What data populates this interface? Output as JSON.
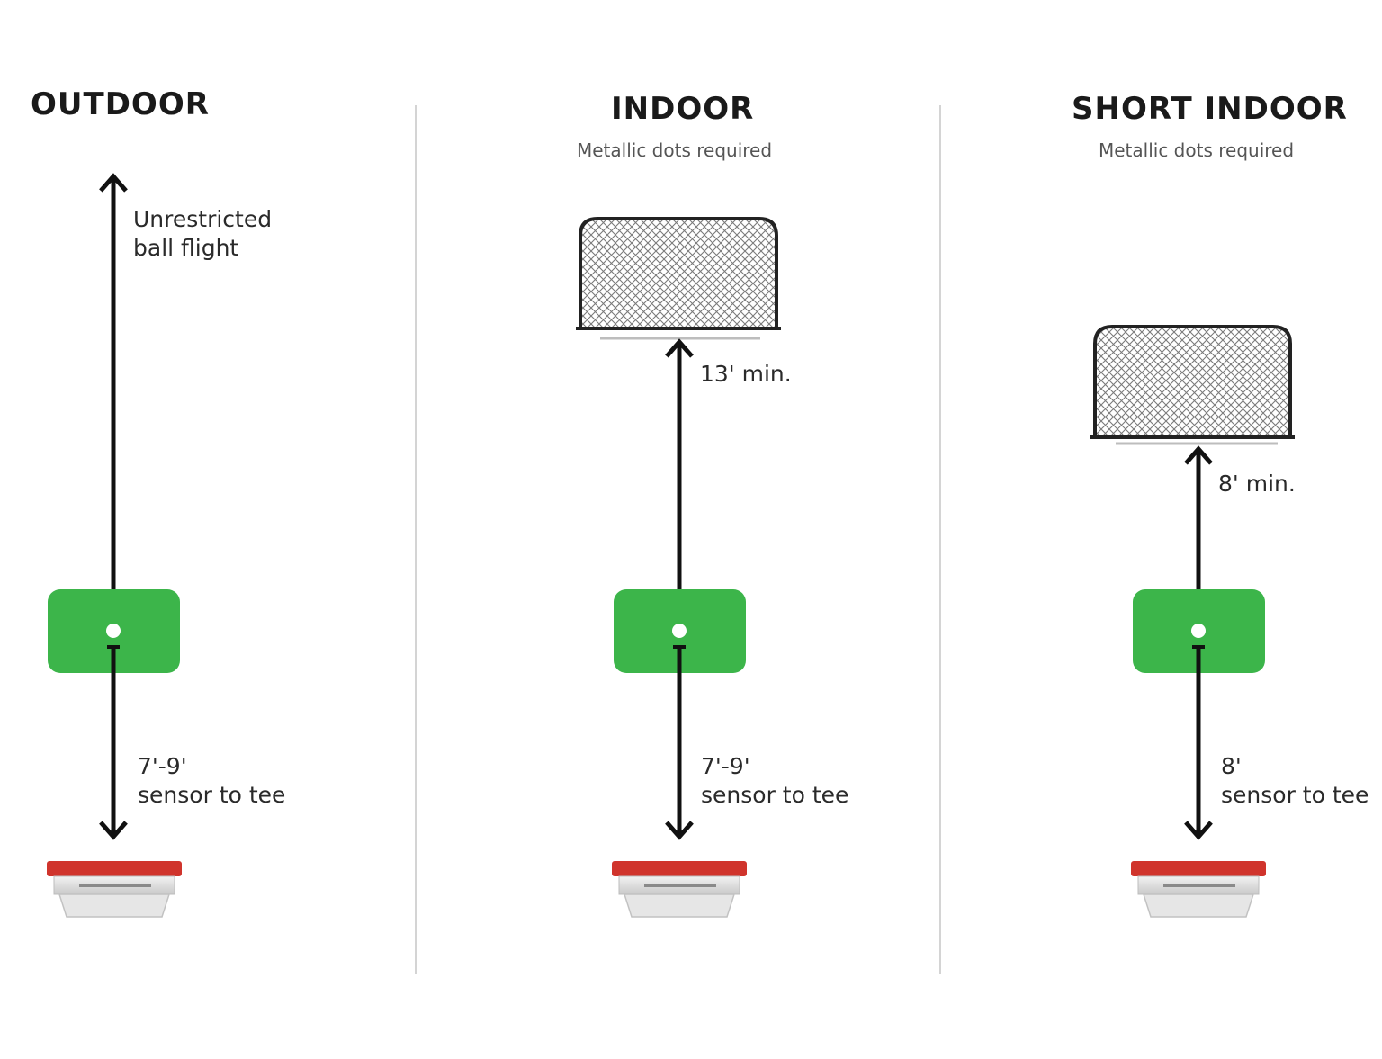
{
  "colors": {
    "mat": "#3cb54a",
    "sensor_red": "#d0342c",
    "arrow": "#111111",
    "divider": "#d4d4d4"
  },
  "panels": [
    {
      "title": "OUTDOOR",
      "subtitle": "",
      "top_label": [
        "Unrestricted",
        "ball flight"
      ],
      "bottom_label": [
        "7'-9'",
        "sensor to tee"
      ]
    },
    {
      "title": "INDOOR",
      "subtitle": "Metallic dots required",
      "top_label": [
        "13' min."
      ],
      "bottom_label": [
        "7'-9'",
        "sensor to tee"
      ]
    },
    {
      "title": "SHORT INDOOR",
      "subtitle": "Metallic dots required",
      "top_label": [
        "8' min."
      ],
      "bottom_label": [
        "8'",
        "sensor to tee"
      ]
    }
  ],
  "icons": {
    "net": "hitting-net-icon",
    "mat": "hitting-mat-icon",
    "sensor": "launch-monitor-icon",
    "arrow": "double-arrow-icon"
  }
}
